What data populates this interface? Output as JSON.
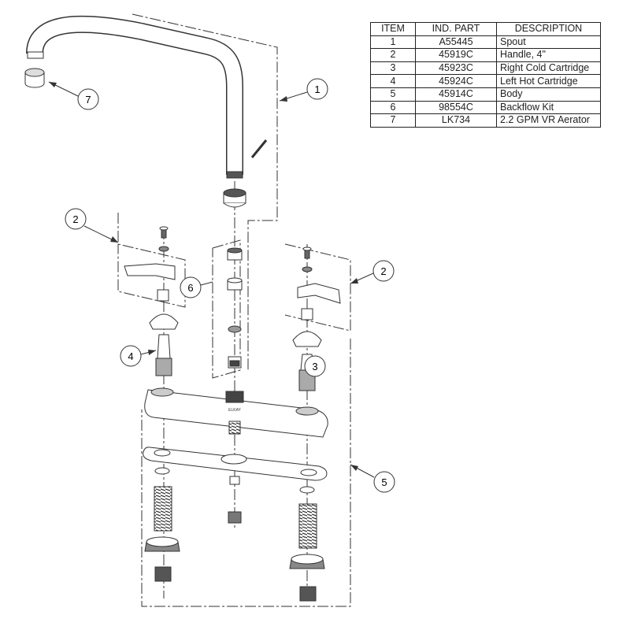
{
  "parts_table": {
    "headers": [
      "ITEM",
      "IND. PART",
      "DESCRIPTION"
    ],
    "rows": [
      {
        "item": "1",
        "part": "A55445",
        "description": "Spout"
      },
      {
        "item": "2",
        "part": "45919C",
        "description": "Handle, 4\""
      },
      {
        "item": "3",
        "part": "45923C",
        "description": "Right Cold Cartridge"
      },
      {
        "item": "4",
        "part": "45924C",
        "description": "Left Hot Cartridge"
      },
      {
        "item": "5",
        "part": "45914C",
        "description": "Body"
      },
      {
        "item": "6",
        "part": "98554C",
        "description": "Backflow Kit"
      },
      {
        "item": "7",
        "part": "LK734",
        "description": "2.2 GPM VR Aerator"
      }
    ]
  },
  "callouts": [
    "1",
    "2",
    "2",
    "6",
    "4",
    "3",
    "5",
    "7"
  ],
  "body_logo": "ELKAY"
}
